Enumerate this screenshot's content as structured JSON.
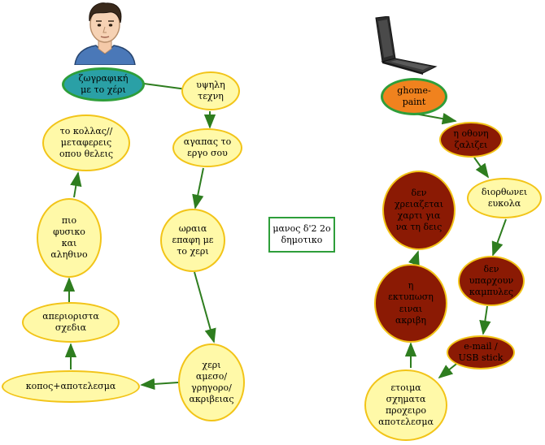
{
  "colors": {
    "arrow": "#2e7d1f",
    "light_fill": "#fff9a8",
    "dark_fill": "#8b1a04",
    "node_border": "#f2c418",
    "teal_fill": "#2aa0a6",
    "orange_fill": "#f0821e",
    "root_border": "#2e9e3a"
  },
  "center_label": "μανος δ'2 2ο\nδημοτικο",
  "left": {
    "root": "ζωγραφική\nμε το χέρι",
    "n1": "υψηλη\nτεχνη",
    "n2": "αγαπας το\nεργο σου",
    "n3": "ωραια\nεπαφη με\nτο χερι",
    "n4": "χερι\nαμεσο/\nγρηγορο/\nακριβειας",
    "n5": "κοπος+αποτελεσμα",
    "n6": "απεριοριστα\nσχεδια",
    "n7": "πιο\nφυσικο\nκαι\nαληθινο",
    "n8": "το κολλας//\nμεταφερεις\nοπου θελεις"
  },
  "right": {
    "root": "ghome-\npaint",
    "n1": "η οθονη\nζαλιζει",
    "n2": "διορθωνει\nευκολα",
    "n3": "δεν\nυπαρχουν\nκαμπυλες",
    "n4": "e-mail /\nUSB stick",
    "n5": "ετοιμα\nσχηματα\nπροχειρο\nαποτελεσμα",
    "n6": "η\nεκτυπωση\nειναι\nακριβη",
    "n7": "δεν\nχρειαζεται\nχαρτι για\nνα τη δεις"
  },
  "icons": {
    "person": "person-icon",
    "laptop": "laptop-icon"
  }
}
